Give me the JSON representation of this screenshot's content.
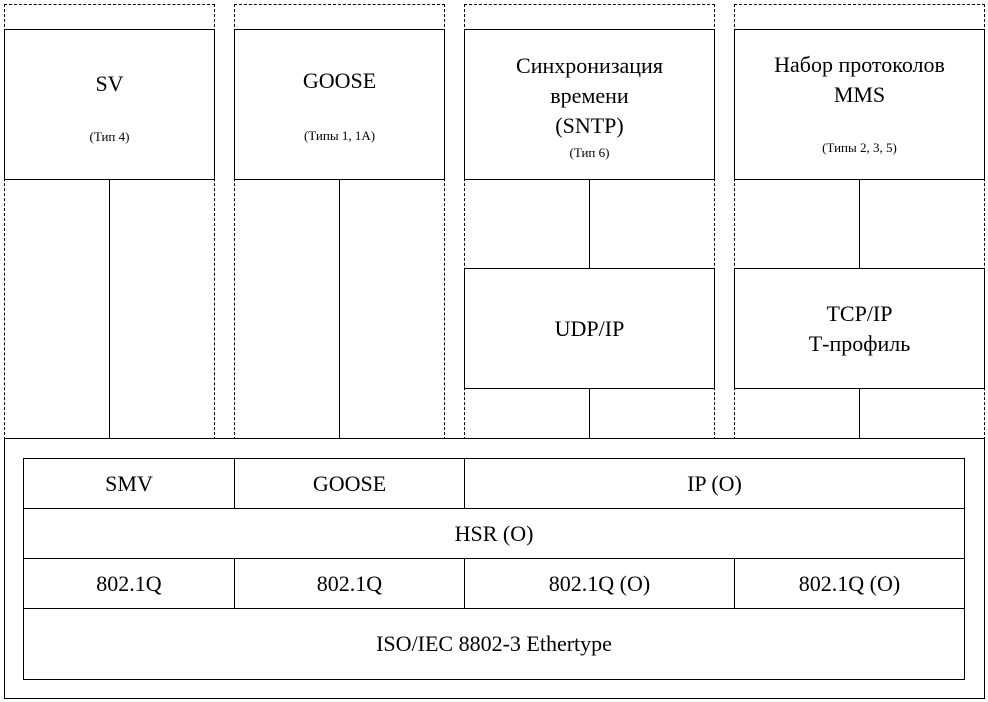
{
  "stacks": [
    {
      "title": "SV",
      "subtitle": "(Тип 4)"
    },
    {
      "title": "GOOSE",
      "subtitle": "(Типы 1, 1A)"
    },
    {
      "title": "Синхронизация\nвремени\n(SNTP)",
      "subtitle": "(Тип 6)"
    },
    {
      "title": "Набор протоколов\nMMS",
      "subtitle": "(Типы 2, 3, 5)"
    }
  ],
  "transport": [
    {
      "label": "UDP/IP"
    },
    {
      "label": "TCP/IP\nТ-профиль"
    }
  ],
  "bottom": {
    "row1": [
      "SMV",
      "GOOSE",
      "IP (O)"
    ],
    "row2": "HSR (O)",
    "row3": [
      "802.1Q",
      "802.1Q",
      "802.1Q (O)",
      "802.1Q (O)"
    ],
    "row4": "ISO/IEC 8802-3 Ethertype"
  }
}
